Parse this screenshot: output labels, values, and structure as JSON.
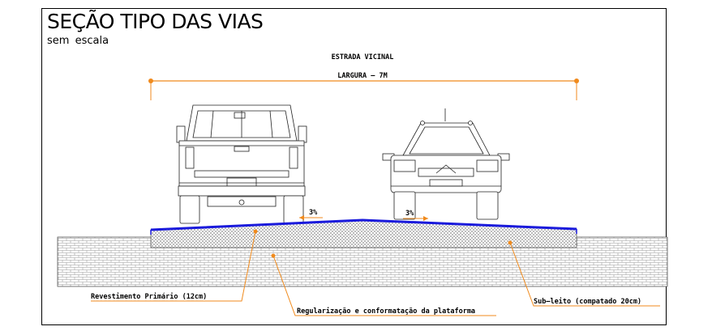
{
  "title": "SEÇÃO TIPO DAS VIAS",
  "subtitle": "sem escala",
  "road_name": "ESTRADA VICINAL",
  "width_label": "LARGURA – 7M",
  "slope_left": "3%",
  "slope_right": "3%",
  "labels": {
    "revestimento": "Revestimento Primário (12cm)",
    "regularizacao": "Regularização e conformatação da plataforma",
    "subleito": "Sub–leito (compatado 20cm)"
  },
  "colors": {
    "pavement": "#1a1adc",
    "leader": "#f08a1c",
    "outline": "#000000"
  }
}
